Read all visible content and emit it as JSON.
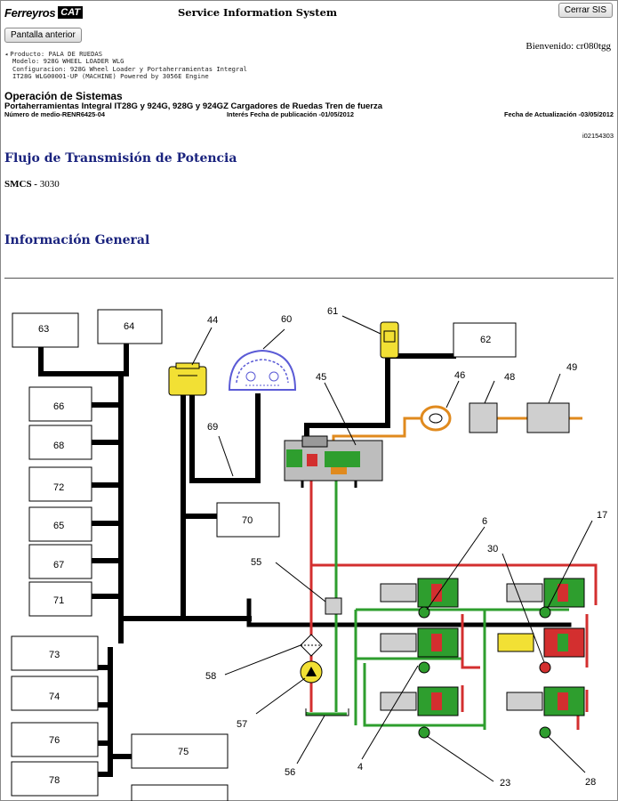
{
  "header": {
    "logo_brand": "Ferreyros",
    "logo_cat": "CAT",
    "system_title": "Service Information System",
    "close_label": "Cerrar SIS",
    "back_label": "Pantalla anterior",
    "welcome": "Bienvenido: cr080tgg"
  },
  "product": {
    "line1": "Producto:  PALA DE RUEDAS",
    "line2": "Modelo:  928G WHEEL LOADER WLG",
    "line3": "Configuracion: 928G Wheel Loader y Portaherramientas Integral",
    "line4": "IT28G WLG00001-UP (MACHINE) Powered by 3056E Engine"
  },
  "document": {
    "section": "Operación de Sistemas",
    "subtitle": "Portaherramientas Integral IT28G y 924G, 928G y 924GZ Cargadores de Ruedas Tren de fuerza",
    "media_number": "Número de medio-RENR6425-04",
    "publication": "Interés Fecha de publicación -01/05/2012",
    "updated": "Fecha de Actualización -03/05/2012",
    "illustration_id": "i02154303",
    "heading1": "Flujo de Transmisión de Potencia",
    "smcs_label": "SMCS - ",
    "smcs_value": "3030",
    "heading2": "Información General"
  },
  "diagram": {
    "colors": {
      "control": "#000000",
      "pump_supply": "#d32f2f",
      "clutch_oil": "#2e9e2e",
      "lube": "#e08a1e",
      "component": "#f2e034",
      "box_gray": "#cfcfcf"
    },
    "labels": {
      "n63": "63",
      "n64": "64",
      "n44": "44",
      "n60": "60",
      "n61": "61",
      "n62": "62",
      "n66": "66",
      "n68": "68",
      "n72": "72",
      "n65": "65",
      "n67": "67",
      "n71": "71",
      "n69": "69",
      "n45": "45",
      "n46": "46",
      "n48": "48",
      "n49": "49",
      "n70": "70",
      "n55": "55",
      "n6": "6",
      "n17": "17",
      "n30": "30",
      "n58": "58",
      "n57": "57",
      "n56": "56",
      "n4": "4",
      "n23": "23",
      "n28": "28",
      "n73": "73",
      "n74": "74",
      "n76": "76",
      "n78": "78",
      "n75": "75"
    }
  }
}
